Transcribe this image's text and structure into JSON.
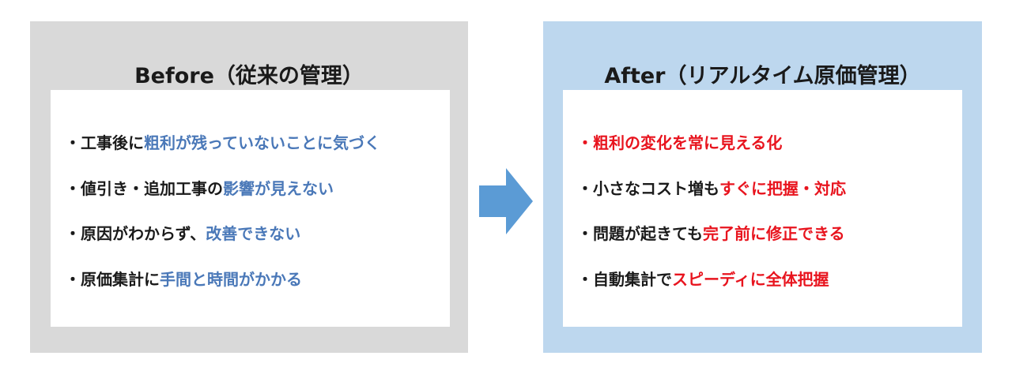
{
  "before": {
    "title": "Before（従来の管理）",
    "items": [
      {
        "bullet": "・",
        "plain": "工事後に",
        "highlight": "粗利が残っていないことに気づく"
      },
      {
        "bullet": "・",
        "plain": "値引き・追加工事の",
        "highlight": "影響が見えない"
      },
      {
        "bullet": "・",
        "plain": "原因がわからず、",
        "highlight": "改善できない"
      },
      {
        "bullet": "・",
        "plain": "原価集計に",
        "highlight": "手間と時間がかかる"
      }
    ]
  },
  "after": {
    "title": "After（リアルタイム原価管理）",
    "items": [
      {
        "bullet": "・",
        "plain": "",
        "highlight": "粗利の変化を常に見える化"
      },
      {
        "bullet": "・",
        "plain": "小さなコスト増も",
        "highlight": "すぐに把握・対応"
      },
      {
        "bullet": "・",
        "plain": "問題が起きても",
        "highlight": "完了前に修正できる"
      },
      {
        "bullet": "・",
        "plain": "自動集計で",
        "highlight": "スピーディに全体把握"
      }
    ]
  },
  "colors": {
    "before_panel": "#d9d9d9",
    "after_panel": "#bdd7ee",
    "before_highlight": "#4a78b8",
    "after_highlight": "#e8141e",
    "arrow": "#5b9bd5"
  },
  "icons": {
    "transition": "right-arrow-icon"
  }
}
